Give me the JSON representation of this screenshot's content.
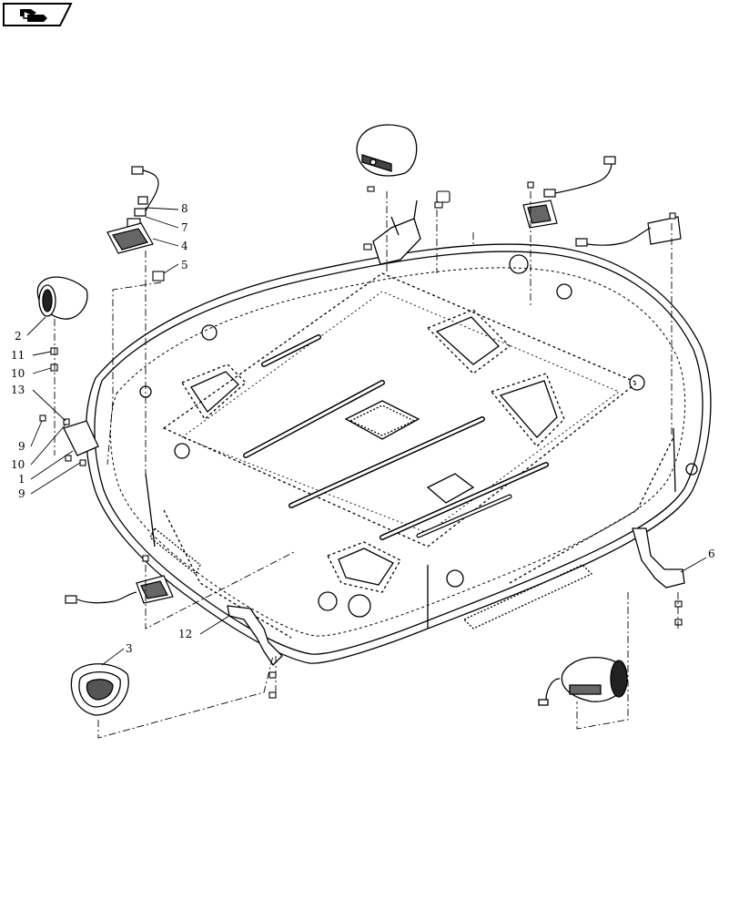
{
  "diagram": {
    "type": "exploded parts diagram",
    "nav_icon": "arrow-right-book-icon",
    "callouts": [
      {
        "id": "c8",
        "label": "8"
      },
      {
        "id": "c7",
        "label": "7"
      },
      {
        "id": "c4",
        "label": "4"
      },
      {
        "id": "c5",
        "label": "5"
      },
      {
        "id": "c2",
        "label": "2"
      },
      {
        "id": "c11",
        "label": "11"
      },
      {
        "id": "c10a",
        "label": "10"
      },
      {
        "id": "c13",
        "label": "13"
      },
      {
        "id": "c9a",
        "label": "9"
      },
      {
        "id": "c10b",
        "label": "10"
      },
      {
        "id": "c1",
        "label": "1"
      },
      {
        "id": "c9b",
        "label": "9"
      },
      {
        "id": "c12",
        "label": "12"
      },
      {
        "id": "c3",
        "label": "3"
      },
      {
        "id": "c6",
        "label": "6"
      }
    ]
  }
}
